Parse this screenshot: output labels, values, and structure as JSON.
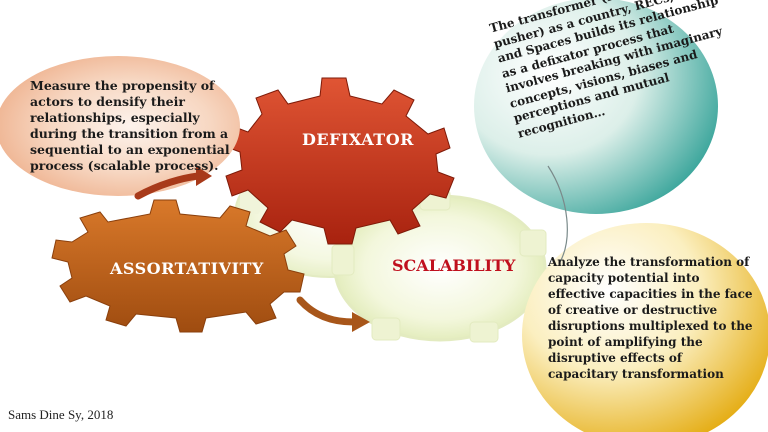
{
  "left_bubble_text": "Measure the propensity of actors to densify their relationships, especially during the transition from a sequential to an exponential process (scalable process).",
  "teal_bubble_text": "The transformer (leader or pusher) as a country, RECs, Areas and Spaces builds its relationship as a defixator process that involves breaking with imaginary concepts, visions, biases and perceptions and mutual recognition…",
  "gold_bubble_text": "Analyze the transformation of capacity potential into effective capacities in the face of creative or destructive disruptions multiplexed to the point of amplifying the disruptive effects of capacitary transformation",
  "gear_labels": {
    "defixator": "DEFIXATOR",
    "assortativity": "ASSORTATIVITY",
    "scalability": "SCALABILITY"
  },
  "credit": "Sams Dine Sy, 2018",
  "colors": {
    "defixator_gear": "#c8321e",
    "assortativity_gear": "#c06418",
    "scalability_gear": "#e8efc0",
    "scalability_label": "#c0101e",
    "arrow": "#a83a1a",
    "left_bubble": "#f4c7a6",
    "teal_bubble": "#5fb7ae",
    "gold_bubble": "#e8b210"
  }
}
